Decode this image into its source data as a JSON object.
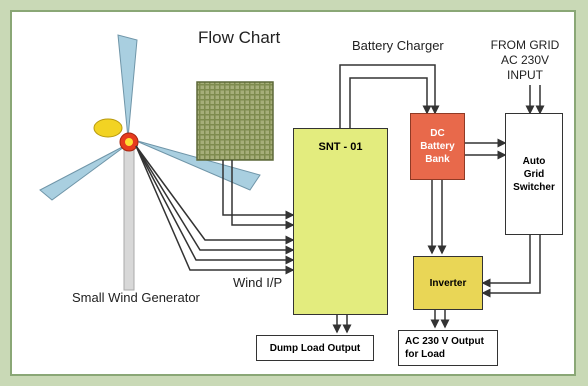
{
  "diagram": {
    "title": "Flow Chart",
    "labels": {
      "battery_charger": "Battery Charger",
      "from_grid_line1": "FROM GRID",
      "from_grid_line2": "AC 230V",
      "from_grid_line3": "INPUT",
      "wind_input": "Wind I/P",
      "wind_generator": "Small Wind Generator"
    },
    "nodes": {
      "controller": "SNT - 01",
      "battery_line1": "DC",
      "battery_line2": "Battery",
      "battery_line3": "Bank",
      "switcher_line1": "Auto",
      "switcher_line2": "Grid",
      "switcher_line3": "Switcher",
      "inverter": "Inverter",
      "dump_load": "Dump Load Output",
      "ac_output_line1": "AC 230 V Output",
      "ac_output_line2": "for Load"
    },
    "colors": {
      "controller": "#e3ec7e",
      "battery": "#e8694b",
      "inverter": "#e9d656",
      "switcher": "#ffffff",
      "wires": "#333333",
      "background": "#c9d9b6",
      "turbine_blade": "#a9cfe0",
      "solar_panel": "#7e8b4e"
    },
    "icons": [
      "wind-turbine-icon",
      "solar-panel-icon"
    ]
  }
}
